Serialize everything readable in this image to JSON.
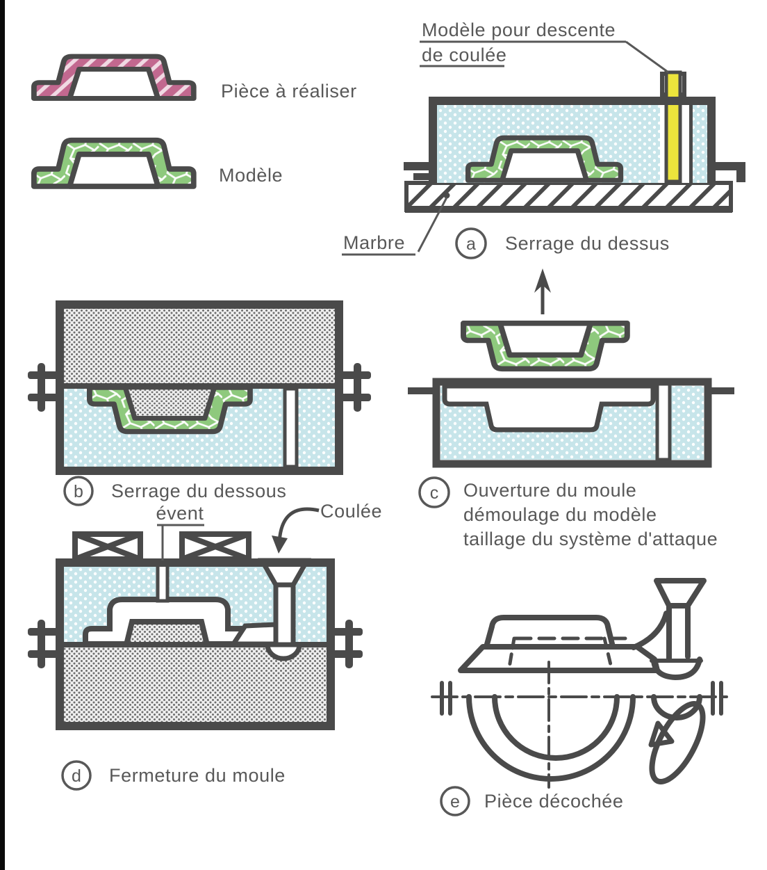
{
  "colors": {
    "part_pink": "#c2688f",
    "model_green": "#8ec97d",
    "sand_blue": "#c7e5ea",
    "sand_gray": "#efefef",
    "sprue_yellow": "#ece43c",
    "outline": "#4a4a4a",
    "label_text": "#585858"
  },
  "legend": {
    "piece_label": "Pièce à réaliser",
    "model_label": "Modèle"
  },
  "figure_a": {
    "letter": "a",
    "caption": "Serrage du dessus",
    "sprue_label_line1": "Modèle pour descente",
    "sprue_label_line2": "de coulée",
    "marble_label": "Marbre"
  },
  "figure_b": {
    "letter": "b",
    "caption": "Serrage du dessous"
  },
  "figure_c": {
    "letter": "c",
    "caption_line1": "Ouverture du moule",
    "caption_line2": "démoulage du modèle",
    "caption_line3": "taillage du système d'attaque"
  },
  "figure_d": {
    "letter": "d",
    "caption": "Fermeture du moule",
    "vent_label": "évent",
    "pour_label": "Coulée"
  },
  "figure_e": {
    "letter": "e",
    "caption": "Pièce décochée"
  }
}
